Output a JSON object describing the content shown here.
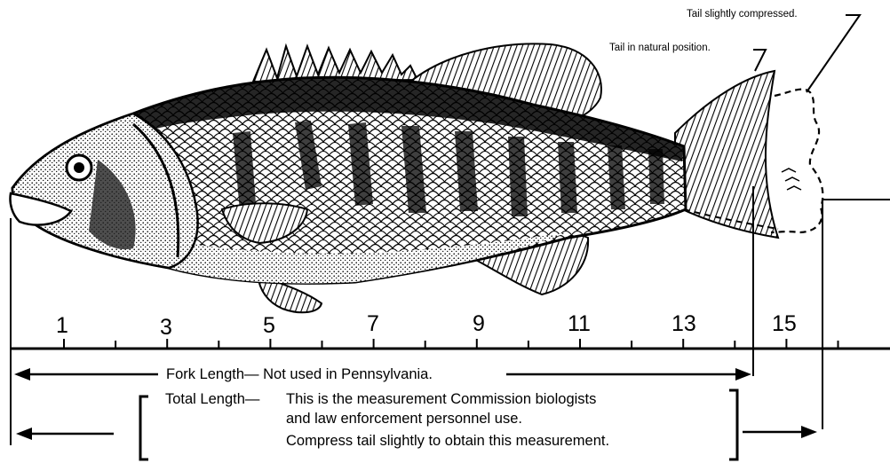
{
  "annotations": {
    "tail_compressed": "Tail slightly compressed.",
    "tail_natural": "Tail in natural position."
  },
  "ruler": {
    "numbers": [
      "1",
      "3",
      "5",
      "7",
      "9",
      "11",
      "13",
      "15"
    ]
  },
  "fork_length": {
    "text": "Fork Length— Not used in Pennsylvania."
  },
  "total_length": {
    "heading": "Total Length—",
    "line1": "This is the measurement Commission biologists",
    "line2": "and law enforcement personnel use.",
    "line3": "Compress tail slightly to obtain this measurement."
  }
}
